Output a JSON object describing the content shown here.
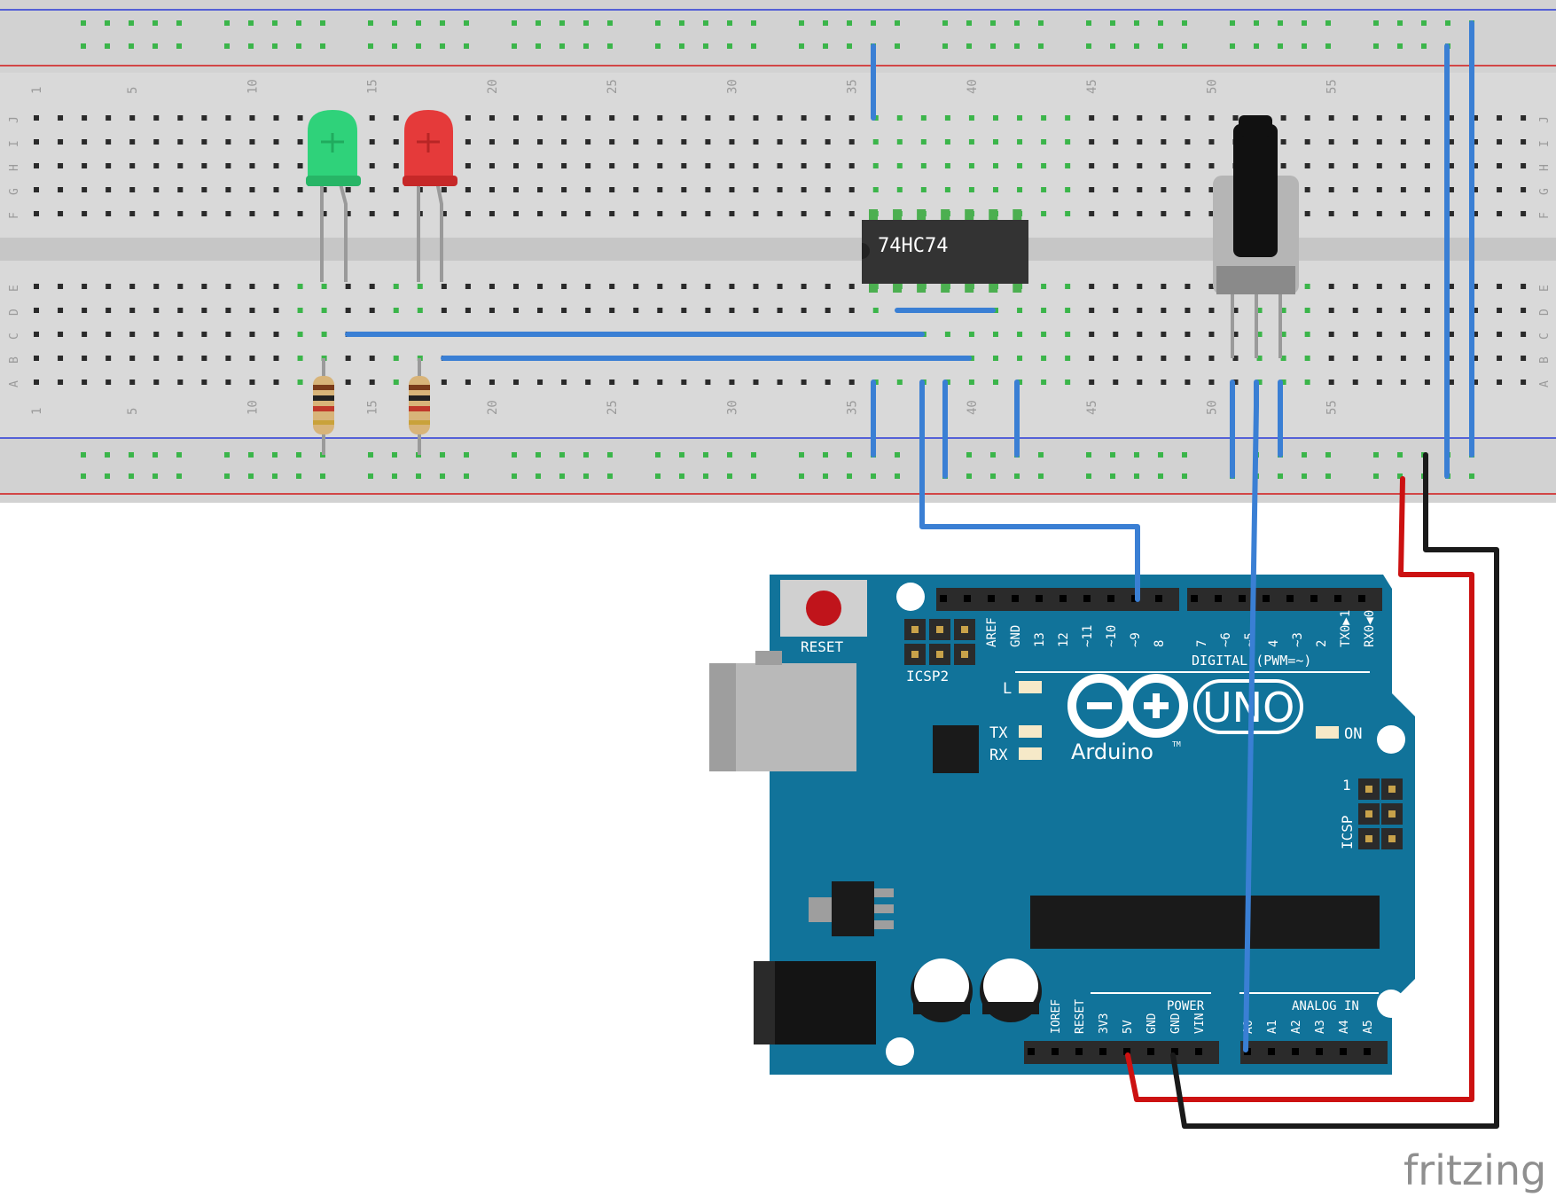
{
  "breadboard": {
    "column_numbers": [
      "1",
      "5",
      "10",
      "15",
      "20",
      "25",
      "30",
      "35",
      "40",
      "45",
      "50",
      "55"
    ],
    "row_letters_top": [
      "J",
      "I",
      "H",
      "G",
      "F"
    ],
    "row_letters_bottom": [
      "E",
      "D",
      "C",
      "B",
      "A"
    ]
  },
  "chip": {
    "label": "74HC74"
  },
  "arduino": {
    "reset_label": "RESET",
    "icsp2_label": "ICSP2",
    "icsp_label": "ICSP",
    "icsp_pin1": "1",
    "digital_label": "DIGITAL (PWM=~)",
    "digital_pins": [
      "AREF",
      "GND",
      "13",
      "12",
      "~11",
      "~10",
      "~9",
      "8",
      "7",
      "~6",
      "~5",
      "4",
      "~3",
      "2",
      "TX0▶1",
      "RX0◀0"
    ],
    "led_l": "L",
    "led_tx": "TX",
    "led_rx": "RX",
    "led_on": "ON",
    "logo_text": "Arduino",
    "trademark": "TM",
    "model": "UNO",
    "power_label": "POWER",
    "power_pins": [
      "IOREF",
      "RESET",
      "3V3",
      "5V",
      "GND",
      "GND",
      "VIN"
    ],
    "analog_label": "ANALOG IN",
    "analog_pins": [
      "A0",
      "A1",
      "A2",
      "A3",
      "A4",
      "A5"
    ]
  },
  "watermark": "fritzing",
  "colors": {
    "breadboard": "#d9d9d9",
    "rail_blue": "#2b3ad8",
    "rail_red": "#d11717",
    "wire_blue": "#3a7fd4",
    "wire_red": "#cc1111",
    "wire_black": "#1a1a1a",
    "arduino": "#11739a",
    "led_green": "#2fd27a",
    "led_red": "#e53a3a"
  }
}
